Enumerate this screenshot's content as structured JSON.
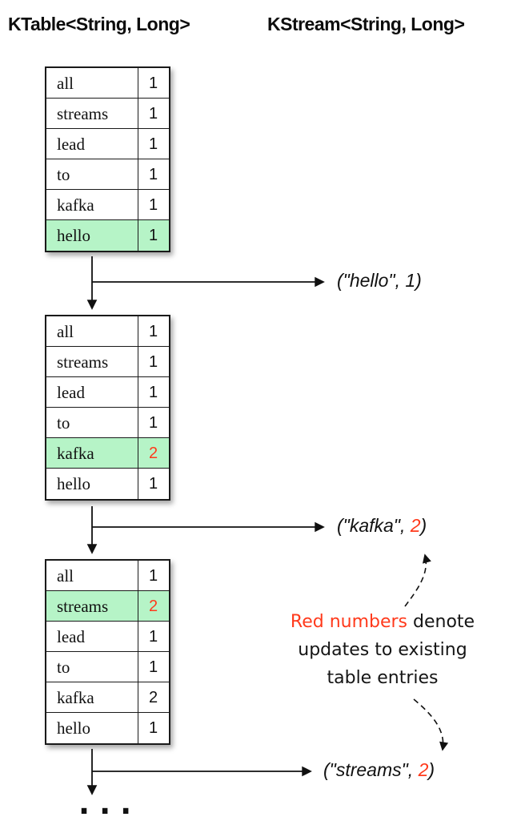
{
  "header": {
    "ktable_label": "KTable<String, Long>",
    "kstream_label": "KStream<String, Long>"
  },
  "colors": {
    "highlight_green": "#b6f4c7",
    "update_red": "#ff3a1c",
    "ink": "#111111"
  },
  "ktable": {
    "snapshots": [
      {
        "rows": [
          {
            "key": "all",
            "value": "1",
            "highlighted": false,
            "red_value": false
          },
          {
            "key": "streams",
            "value": "1",
            "highlighted": false,
            "red_value": false
          },
          {
            "key": "lead",
            "value": "1",
            "highlighted": false,
            "red_value": false
          },
          {
            "key": "to",
            "value": "1",
            "highlighted": false,
            "red_value": false
          },
          {
            "key": "kafka",
            "value": "1",
            "highlighted": false,
            "red_value": false
          },
          {
            "key": "hello",
            "value": "1",
            "highlighted": true,
            "red_value": false
          }
        ]
      },
      {
        "rows": [
          {
            "key": "all",
            "value": "1",
            "highlighted": false,
            "red_value": false
          },
          {
            "key": "streams",
            "value": "1",
            "highlighted": false,
            "red_value": false
          },
          {
            "key": "lead",
            "value": "1",
            "highlighted": false,
            "red_value": false
          },
          {
            "key": "to",
            "value": "1",
            "highlighted": false,
            "red_value": false
          },
          {
            "key": "kafka",
            "value": "2",
            "highlighted": true,
            "red_value": true
          },
          {
            "key": "hello",
            "value": "1",
            "highlighted": false,
            "red_value": false
          }
        ]
      },
      {
        "rows": [
          {
            "key": "all",
            "value": "1",
            "highlighted": false,
            "red_value": false
          },
          {
            "key": "streams",
            "value": "2",
            "highlighted": true,
            "red_value": true
          },
          {
            "key": "lead",
            "value": "1",
            "highlighted": false,
            "red_value": false
          },
          {
            "key": "to",
            "value": "1",
            "highlighted": false,
            "red_value": false
          },
          {
            "key": "kafka",
            "value": "2",
            "highlighted": false,
            "red_value": false
          },
          {
            "key": "hello",
            "value": "1",
            "highlighted": false,
            "red_value": false
          }
        ]
      }
    ]
  },
  "kstream": {
    "records": [
      {
        "before": "(\"hello\", ",
        "value": "1",
        "after": ")",
        "red_value": false
      },
      {
        "before": "(\"kafka\", ",
        "value": "2",
        "after": ")",
        "red_value": true
      },
      {
        "before": "(\"streams\", ",
        "value": "2",
        "after": ")",
        "red_value": true
      }
    ]
  },
  "annotation": {
    "line1_red": "Red numbers",
    "line1_rest": " denote",
    "line2": "updates to existing",
    "line3": "table entries"
  },
  "ellipsis": "..."
}
